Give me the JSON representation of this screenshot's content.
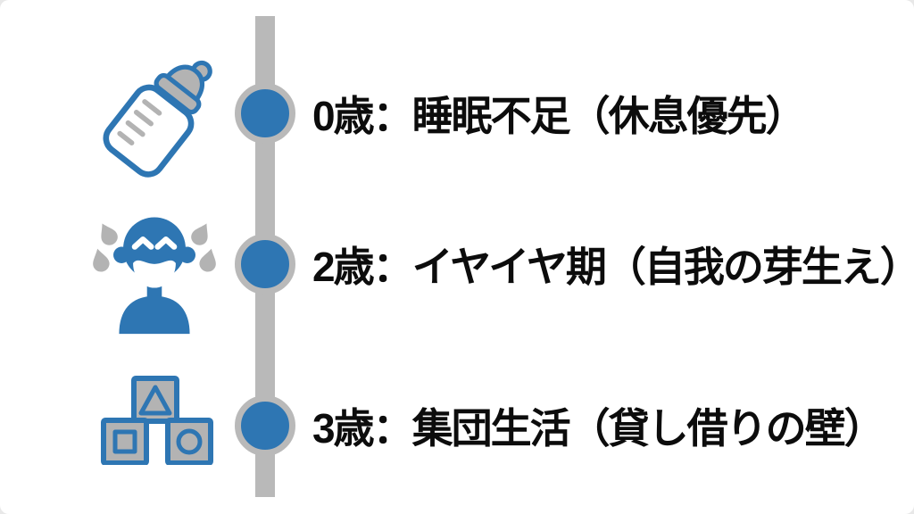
{
  "rows": [
    {
      "icon": "baby-bottle-icon",
      "label": "0歳：睡眠不足（休息優先）"
    },
    {
      "icon": "crying-baby-icon",
      "label": "2歳：イヤイヤ期（自我の芽生え）"
    },
    {
      "icon": "toy-blocks-icon",
      "label": "3歳：集団生活（貸し借りの壁）"
    }
  ],
  "colors": {
    "icon_blue": "#2e76b3",
    "icon_gray": "#b3b3b3",
    "bar_gray": "#b9b9b9",
    "text_color": "#0c0c0c",
    "bg": "#ffffff"
  }
}
